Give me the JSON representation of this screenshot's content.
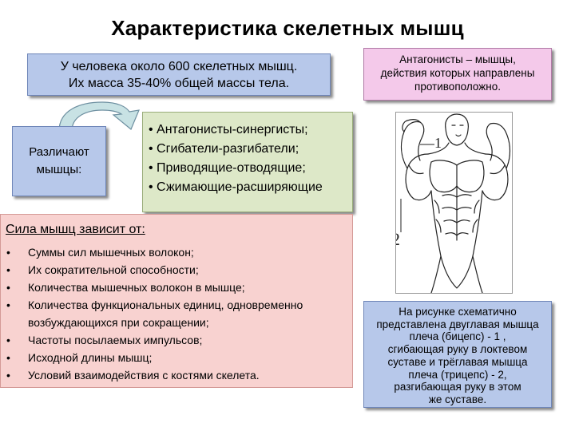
{
  "title": "Характеристика скелетных мышц",
  "intro": {
    "line1": "У человека около 600 скелетных мышц.",
    "line2": "Их масса 35-40% общей массы тела."
  },
  "antagonists_definition": {
    "lines": [
      "Антагонисты – мышцы,",
      "действия которых направлены",
      "противоположно."
    ]
  },
  "distinguish": {
    "line1": "Различают",
    "line2": "мышцы:"
  },
  "muscle_types": [
    "• Антагонисты-синергисты;",
    "• Сгибатели-разгибатели;",
    "• Приводящие-отводящие;",
    "• Сжимающие-расширяющие"
  ],
  "strength": {
    "heading": "Сила мышц зависит от:",
    "bullet": "•",
    "items": [
      "Суммы сил мышечных волокон;",
      "Их сократительной способности;",
      "Количества мышечных волокон в мышце;",
      "Количества функциональных единиц, одновременно возбуждающихся при сокращении;",
      "Частоты посылаемых импульсов;",
      "Исходной длины мышц;",
      "Условий взаимодействия с костями скелета."
    ]
  },
  "figure": {
    "label_1": "1",
    "label_2": "2",
    "icon": "muscular-torso-illustration"
  },
  "caption": {
    "lines": [
      "На рисунке схематично",
      "представлена двуглавая мышца",
      "плеча (бицепс) - 1 ,",
      "сгибающая руку в локтевом",
      "суставе и трёглавая мышца",
      "плеча (трицепс) - 2,",
      "разгибающая руку в этом",
      "же суставе."
    ]
  },
  "colors": {
    "blue_box": "#b7c8ea",
    "pink_box": "#f4c9ea",
    "green_box": "#dde8c8",
    "salmon_box": "#f8d2d0",
    "arrow_fill": "#c8e2e4"
  }
}
